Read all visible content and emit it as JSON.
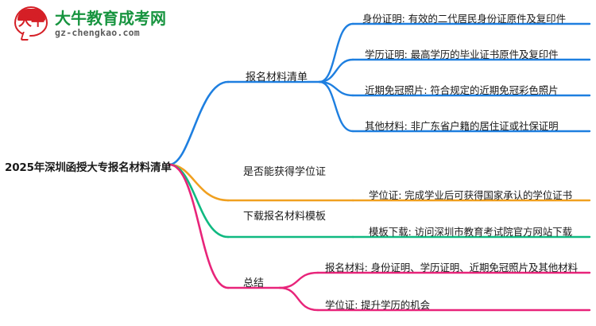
{
  "watermark": {
    "brand_cn": "大牛教育成考网",
    "brand_domain": "gz-chengkao.com",
    "logo_glyph": "大牛",
    "brand_color": "#17943f",
    "logo_color": "#d51f26"
  },
  "mindmap": {
    "root": {
      "label": "2025年深圳函授大专报名材料清单"
    },
    "branches": [
      {
        "label": "报名材料清单",
        "color": "#1e7fe0",
        "children": [
          {
            "label": "身份证明: 有效的二代居民身份证原件及复印件"
          },
          {
            "label": "学历证明: 最高学历的毕业证书原件及复印件"
          },
          {
            "label": "近期免冠照片: 符合规定的近期免冠彩色照片"
          },
          {
            "label": "其他材料: 非广东省户籍的居住证或社保证明"
          }
        ]
      },
      {
        "label": "是否能获得学位证",
        "color": "#f0a020",
        "children": [
          {
            "label": "学位证: 完成学业后可获得国家承认的学位证书"
          }
        ]
      },
      {
        "label": "下载报名材料模板",
        "color": "#10b981",
        "children": [
          {
            "label": "模板下载: 访问深圳市教育考试院官方网站下载"
          }
        ]
      },
      {
        "label": "总结",
        "color": "#e8247a",
        "children": [
          {
            "label": "报名材料: 身份证明、学历证明、近期免冠照片及其他材料"
          },
          {
            "label": "学位证: 提升学历的机会"
          }
        ]
      }
    ]
  }
}
